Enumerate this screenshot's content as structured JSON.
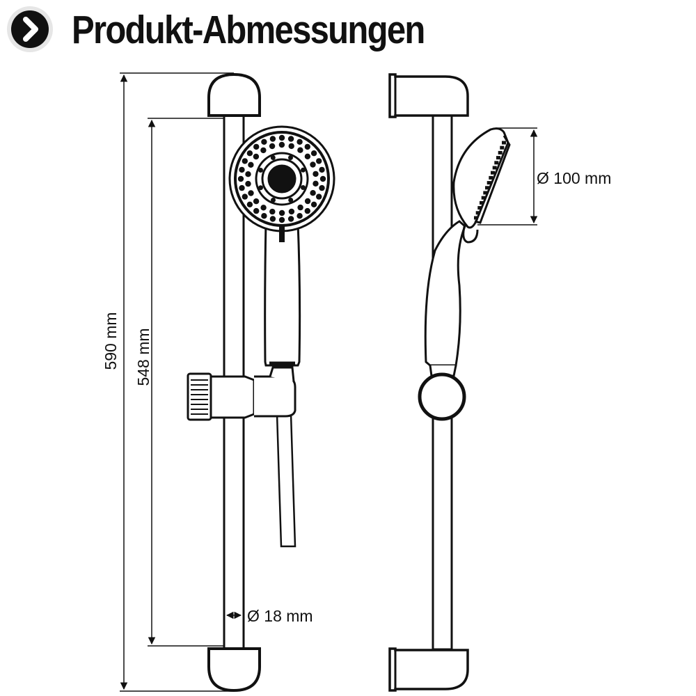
{
  "header": {
    "title": "Produkt-Abmessungen",
    "badge_icon": "chevron-right-icon"
  },
  "dimensions": {
    "total_height": "590 mm",
    "rail_length": "548 mm",
    "rail_diameter": "Ø 18 mm",
    "head_diameter": "Ø 100 mm"
  },
  "colors": {
    "line": "#111111",
    "badge_background": "#e6e6e6",
    "badge_circle": "#111111"
  }
}
